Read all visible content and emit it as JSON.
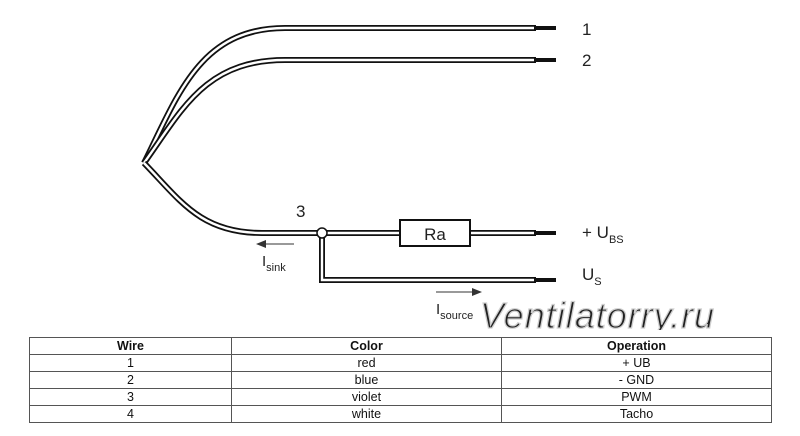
{
  "diagram": {
    "wire_labels": [
      "1",
      "2"
    ],
    "junction_label": "3",
    "resistor_label": "Ra",
    "supply_label": {
      "main": "+ U",
      "sub": "BS"
    },
    "signal_label": {
      "main": "U",
      "sub": "S"
    },
    "sink_label": {
      "main": "I",
      "sub": "sink"
    },
    "source_label": {
      "main": "I",
      "sub": "source"
    },
    "watermark": "Ventilatorry.ru"
  },
  "table": {
    "headers": [
      "Wire",
      "Color",
      "Operation"
    ],
    "rows": [
      [
        "1",
        "red",
        "+ UB"
      ],
      [
        "2",
        "blue",
        "- GND"
      ],
      [
        "3",
        "violet",
        "PWM"
      ],
      [
        "4",
        "white",
        "Tacho"
      ]
    ]
  }
}
